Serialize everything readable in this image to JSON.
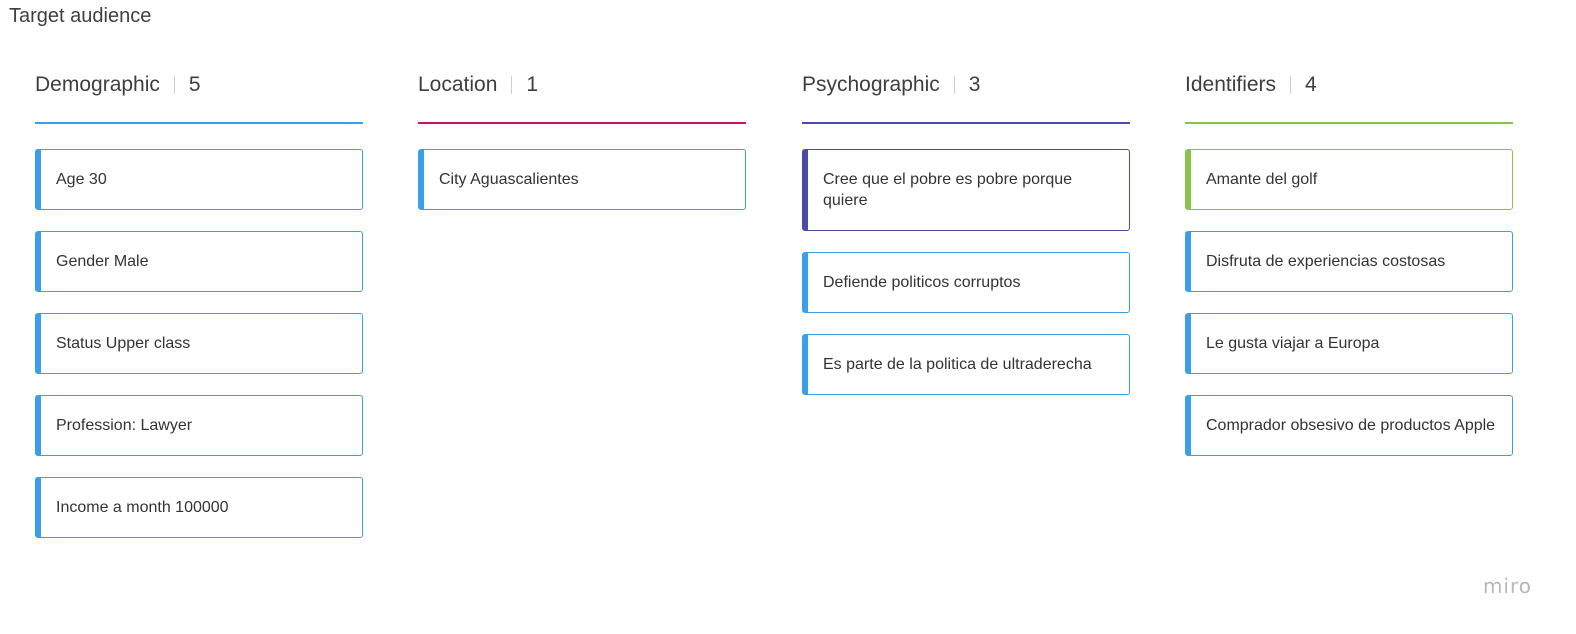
{
  "board": {
    "title": "Target audience"
  },
  "columns": [
    {
      "title": "Demographic",
      "count": "5",
      "accent": "#3a9ee8",
      "cards": [
        {
          "text": "Age 30",
          "accent": "#3a9ee8"
        },
        {
          "text": "Gender Male",
          "accent": "#3a9ee8"
        },
        {
          "text": "Status Upper class",
          "accent": "#3a9ee8"
        },
        {
          "text": "Profession: Lawyer",
          "accent": "#3a9ee8"
        },
        {
          "text": "Income a month 100000",
          "accent": "#3a9ee8"
        }
      ]
    },
    {
      "title": "Location",
      "count": "1",
      "accent": "#c2185b",
      "cards": [
        {
          "text": "City Aguascalientes",
          "accent": "#3a9ee8"
        }
      ]
    },
    {
      "title": "Psychographic",
      "count": "3",
      "accent": "#4a4aa8",
      "cards": [
        {
          "text": "Cree que el pobre es pobre porque quiere",
          "accent": "#4a4aa8"
        },
        {
          "text": "Defiende politicos corruptos",
          "accent": "#3a9ee8"
        },
        {
          "text": "Es parte de la politica de ultraderecha",
          "accent": "#3a9ee8"
        }
      ]
    },
    {
      "title": "Identifiers",
      "count": "4",
      "accent": "#8bc34a",
      "cards": [
        {
          "text": "Amante del golf",
          "accent": "#8bc34a"
        },
        {
          "text": "Disfruta de experiencias costosas",
          "accent": "#3a9ee8"
        },
        {
          "text": "Le gusta viajar a Europa",
          "accent": "#3a9ee8"
        },
        {
          "text": "Comprador obsesivo de productos Apple",
          "accent": "#3a9ee8"
        }
      ]
    }
  ],
  "branding": {
    "logo_text": "miro"
  }
}
